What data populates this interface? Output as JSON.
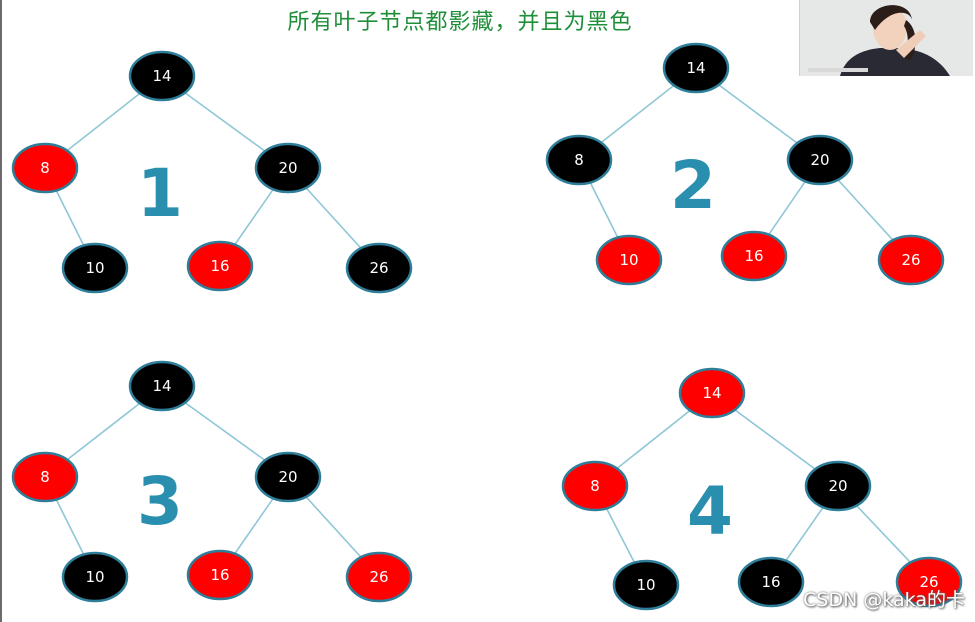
{
  "slide": {
    "title": "所有叶子节点都影藏，并且为黑色",
    "title_color": "#1f8f3a"
  },
  "watermark": "CSDN @kaka的卡",
  "colors": {
    "black_node": "#000000",
    "red_node": "#ff0000",
    "node_border": "#2e7d99",
    "edge": "#8fc7d6",
    "tree_number": "#2a8fae"
  },
  "trees": [
    {
      "number": "1",
      "nodes": [
        {
          "id": "root",
          "label": "14",
          "color": "black"
        },
        {
          "id": "l",
          "label": "8",
          "color": "red"
        },
        {
          "id": "r",
          "label": "20",
          "color": "black"
        },
        {
          "id": "lr",
          "label": "10",
          "color": "black"
        },
        {
          "id": "rl",
          "label": "16",
          "color": "red"
        },
        {
          "id": "rr",
          "label": "26",
          "color": "black"
        }
      ]
    },
    {
      "number": "2",
      "nodes": [
        {
          "id": "root",
          "label": "14",
          "color": "black"
        },
        {
          "id": "l",
          "label": "8",
          "color": "black"
        },
        {
          "id": "r",
          "label": "20",
          "color": "black"
        },
        {
          "id": "lr",
          "label": "10",
          "color": "red"
        },
        {
          "id": "rl",
          "label": "16",
          "color": "red"
        },
        {
          "id": "rr",
          "label": "26",
          "color": "red"
        }
      ]
    },
    {
      "number": "3",
      "nodes": [
        {
          "id": "root",
          "label": "14",
          "color": "black"
        },
        {
          "id": "l",
          "label": "8",
          "color": "red"
        },
        {
          "id": "r",
          "label": "20",
          "color": "black"
        },
        {
          "id": "lr",
          "label": "10",
          "color": "black"
        },
        {
          "id": "rl",
          "label": "16",
          "color": "red"
        },
        {
          "id": "rr",
          "label": "26",
          "color": "red"
        }
      ]
    },
    {
      "number": "4",
      "nodes": [
        {
          "id": "root",
          "label": "14",
          "color": "red"
        },
        {
          "id": "l",
          "label": "8",
          "color": "red"
        },
        {
          "id": "r",
          "label": "20",
          "color": "black"
        },
        {
          "id": "lr",
          "label": "10",
          "color": "black"
        },
        {
          "id": "rl",
          "label": "16",
          "color": "black"
        },
        {
          "id": "rr",
          "label": "26",
          "color": "red"
        }
      ]
    }
  ],
  "edges": [
    [
      "root",
      "l"
    ],
    [
      "root",
      "r"
    ],
    [
      "l",
      "lr"
    ],
    [
      "r",
      "rl"
    ],
    [
      "r",
      "rr"
    ]
  ]
}
